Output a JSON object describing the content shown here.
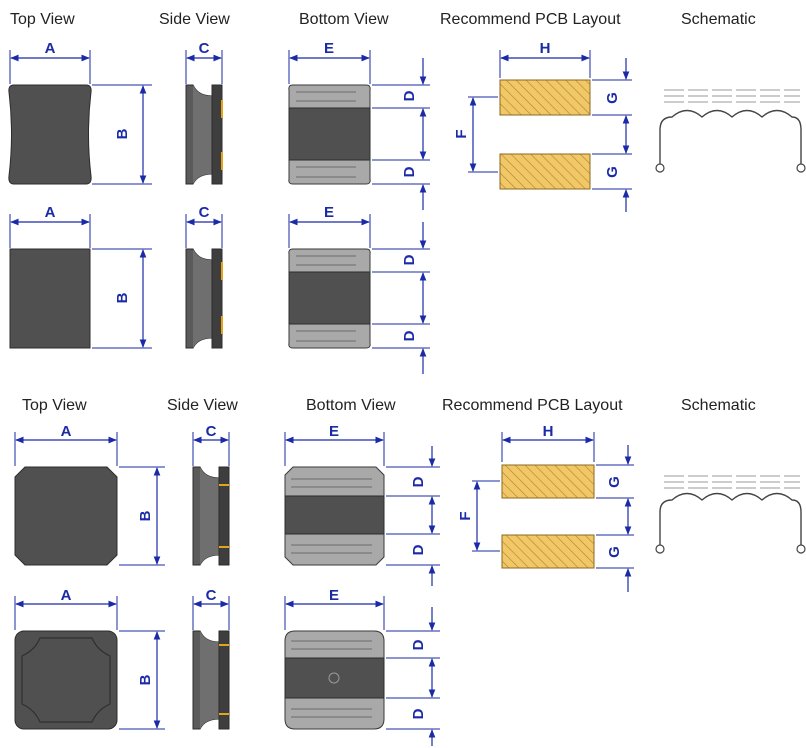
{
  "headers": {
    "top_view": "Top View",
    "side_view": "Side View",
    "bottom_view": "Bottom View",
    "pcb_layout": "Recommend PCB Layout",
    "schematic": "Schematic"
  },
  "labels": {
    "a": "A",
    "b": "B",
    "c": "C",
    "d": "D",
    "e": "E",
    "f": "F",
    "g": "G",
    "h": "H"
  },
  "colors": {
    "dimension": "#1b2aa6",
    "body_dark": "#505050",
    "body_gray": "#a9a9a9",
    "pad": "#f0c45a",
    "pad_stroke": "#8a6a1f",
    "terminal": "#e5a21a"
  }
}
